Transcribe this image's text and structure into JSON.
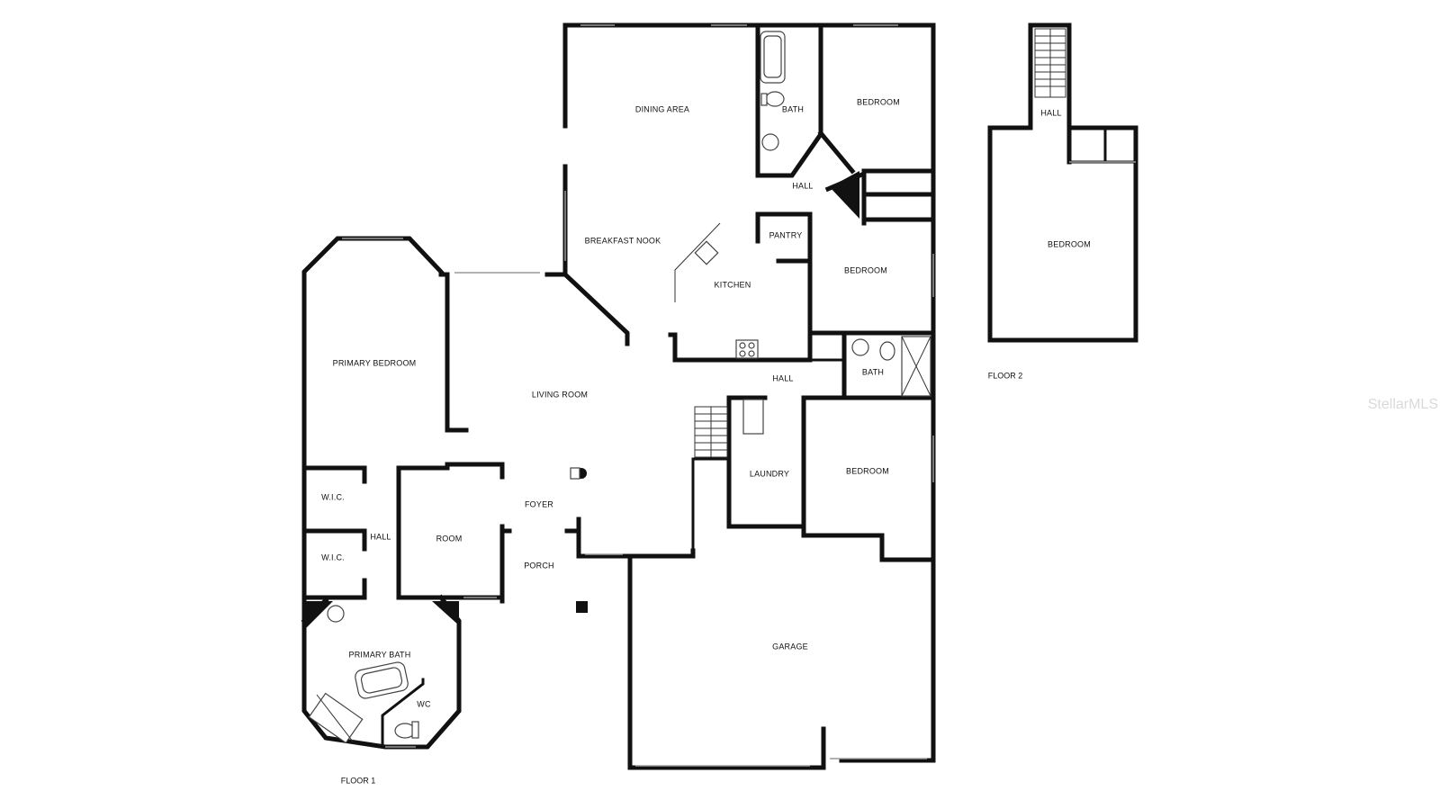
{
  "floors": {
    "floor1": "FLOOR 1",
    "floor2": "FLOOR 2"
  },
  "rooms": {
    "dining_area": "DINING AREA",
    "bath_upper": "BATH",
    "bedroom_ne": "BEDROOM",
    "hall_north": "HALL",
    "breakfast_nook": "BREAKFAST NOOK",
    "pantry": "PANTRY",
    "bedroom_east": "BEDROOM",
    "kitchen": "KITCHEN",
    "primary_bedroom": "PRIMARY BEDROOM",
    "living_room": "LIVING ROOM",
    "hall_center": "HALL",
    "bath_east": "BATH",
    "laundry": "LAUNDRY",
    "bedroom_se": "BEDROOM",
    "wic_1": "W.I.C.",
    "wic_2": "W.I.C.",
    "hall_west": "HALL",
    "room": "ROOM",
    "foyer": "FOYER",
    "porch": "PORCH",
    "primary_bath": "PRIMARY BATH",
    "wc": "WC",
    "garage": "GARAGE",
    "hall_floor2": "HALL",
    "bedroom_floor2": "BEDROOM"
  },
  "watermark": "StellarMLS",
  "icons": {
    "stairs": "stairs-icon",
    "sink": "sink-icon",
    "toilet": "toilet-icon",
    "bathtub": "bathtub-icon",
    "shower": "shower-icon",
    "stove": "stove-icon",
    "column": "column-icon"
  }
}
